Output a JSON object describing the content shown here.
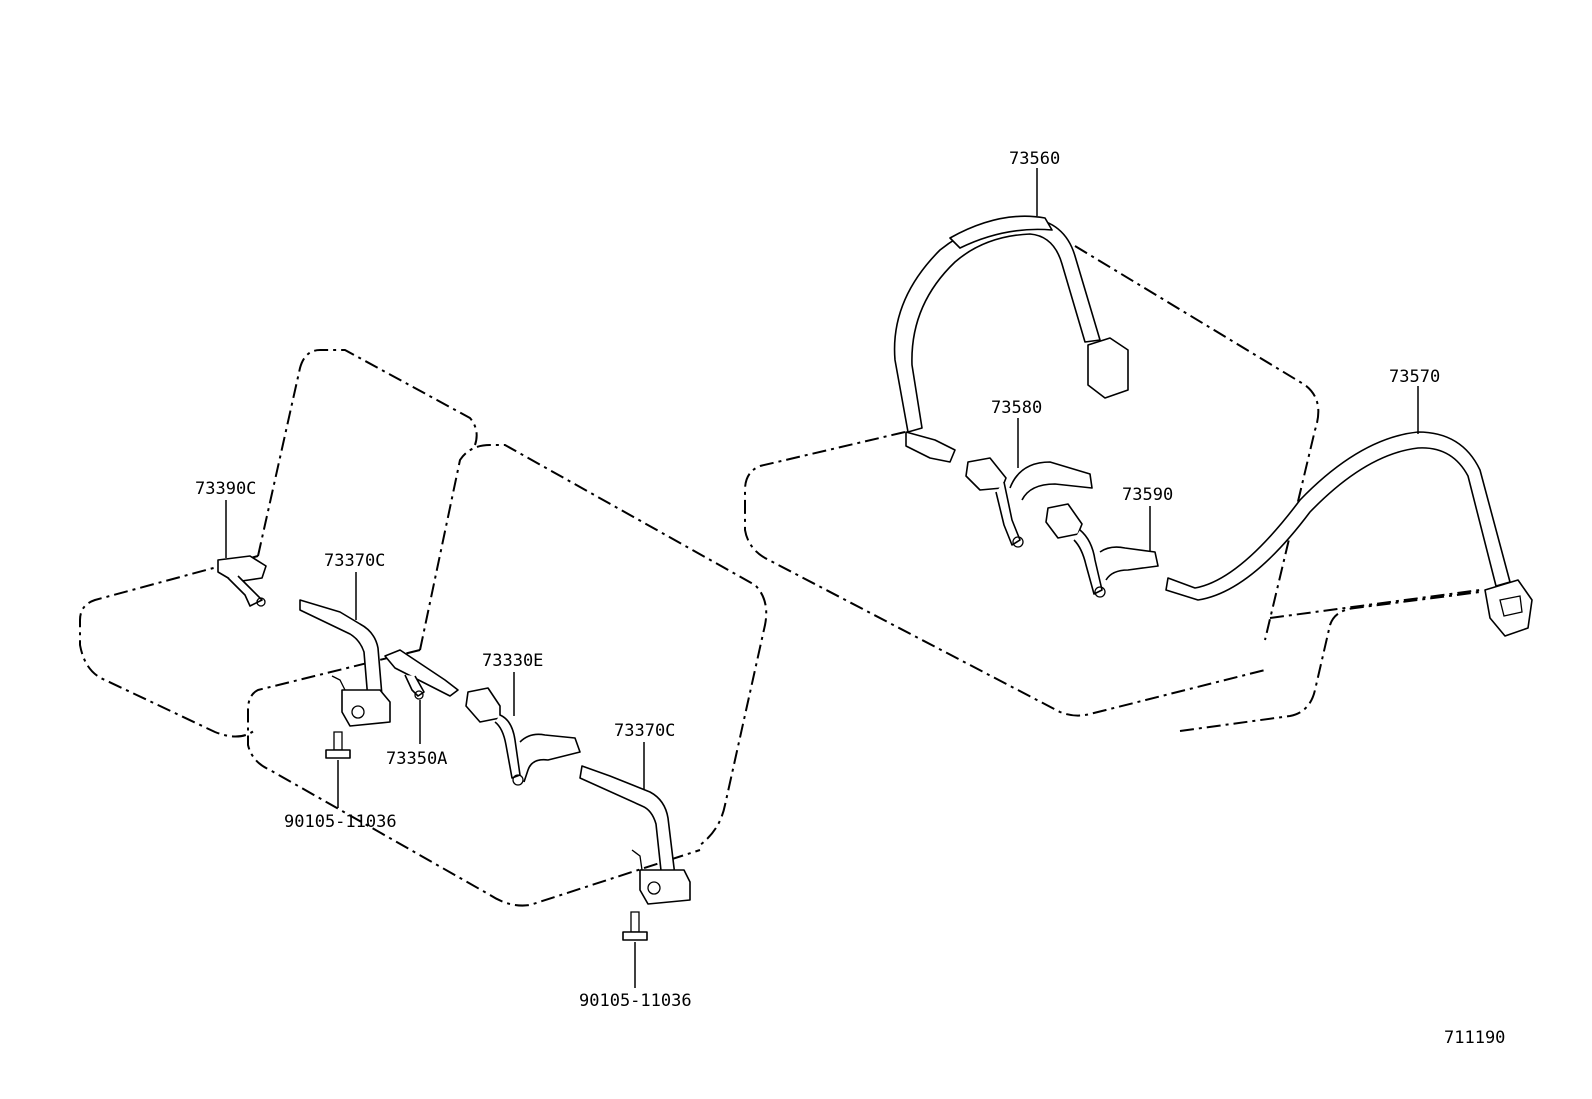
{
  "diagram_id": "711190",
  "labels": {
    "p73390C": "73390C",
    "p73370C_left": "73370C",
    "p73350A": "73350A",
    "p73330E": "73330E",
    "p73370C_right": "73370C",
    "p90105_left": "90105-11036",
    "p90105_right": "90105-11036",
    "p73560": "73560",
    "p73580": "73580",
    "p73590": "73590",
    "p73570": "73570"
  }
}
